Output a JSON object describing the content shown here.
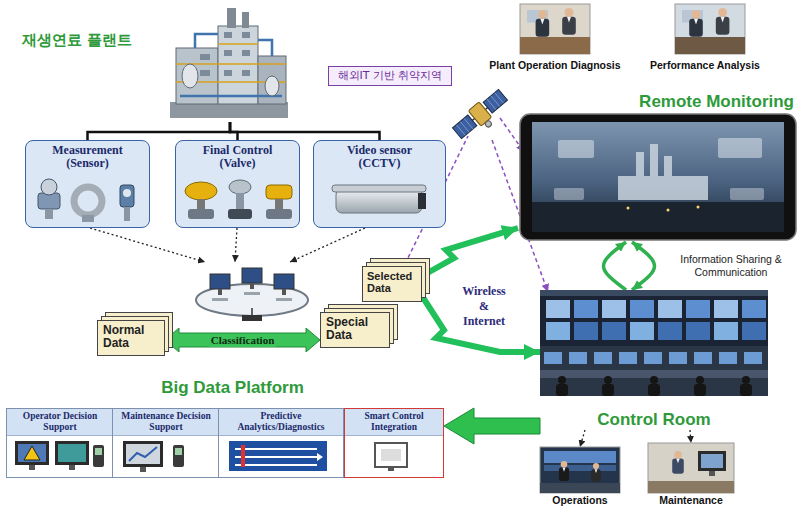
{
  "diagram": {
    "nodes": [
      {
        "text": [
          "재생연료 플랜트"
        ]
      },
      {
        "text": [
          "Measurement (Sensor)"
        ]
      },
      {
        "text": [
          "Final Control (Valve)"
        ]
      },
      {
        "text": [
          "Video sensor (CCTV)"
        ]
      },
      {
        "text": [
          "Big Data Platform"
        ]
      },
      {
        "text": [
          "Normal Data"
        ]
      },
      {
        "text": [
          "Special Data"
        ]
      },
      {
        "text": [
          "Selected Data"
        ]
      },
      {
        "text": [
          "해외IT 기반 취약지역"
        ]
      },
      {
        "text": [
          "Plant Operation Diagnosis"
        ]
      },
      {
        "text": [
          "Performance Analysis"
        ]
      },
      {
        "text": [
          "Remote Monitoring"
        ]
      },
      {
        "text": [
          "Control Room"
        ]
      },
      {
        "text": [
          "Operations"
        ]
      },
      {
        "text": [
          "Maintenance"
        ]
      },
      {
        "text": [
          "Operator Decision Support"
        ]
      },
      {
        "text": [
          "Maintenance Decision Support"
        ]
      },
      {
        "text": [
          "Predictive Analytics/Diagnostics"
        ]
      },
      {
        "text": [
          "Smart Control Integration"
        ]
      }
    ],
    "edges": [
      {
        "from": 0,
        "to": 1,
        "arrow": "none"
      },
      {
        "from": 0,
        "to": 2,
        "arrow": "none"
      },
      {
        "from": 0,
        "to": 3,
        "arrow": "none"
      },
      {
        "from": 1,
        "to": 4,
        "arrow": "to"
      },
      {
        "from": 2,
        "to": 4,
        "arrow": "to"
      },
      {
        "from": 3,
        "to": 4,
        "arrow": "to"
      },
      {
        "from": 5,
        "to": 6,
        "label": "Classification",
        "arrow": "both"
      },
      {
        "from": 7,
        "to": 11,
        "arrow": "to"
      },
      {
        "from": 7,
        "to": 12,
        "arrow": "to"
      },
      {
        "from": 11,
        "to": 12,
        "label": "Information Sharing & Communication",
        "arrow": "both"
      },
      {
        "from": 12,
        "to": 13,
        "arrow": "to"
      },
      {
        "from": 12,
        "to": 14,
        "arrow": "to"
      },
      {
        "from": 12,
        "to": 18,
        "arrow": "to"
      }
    ],
    "labels": [
      "Wireless & Internet"
    ]
  }
}
